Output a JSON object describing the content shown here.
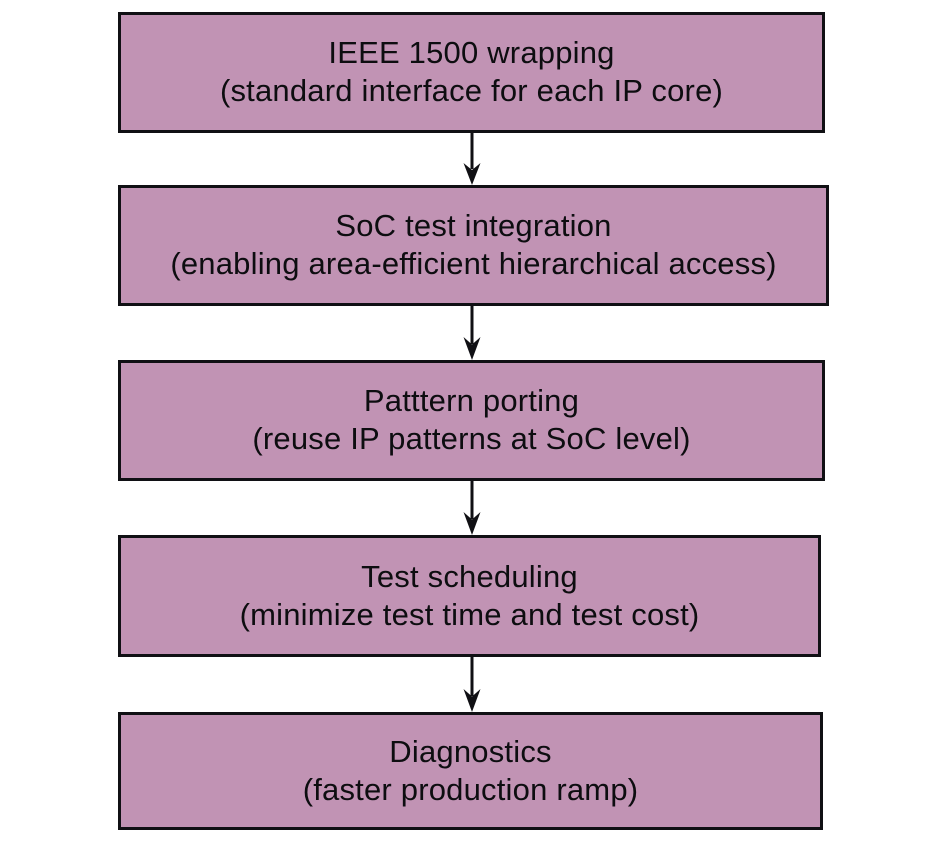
{
  "diagram": {
    "type": "flowchart",
    "orientation": "vertical-top-to-bottom",
    "node_fill_color": "#c193b4",
    "node_border_color": "#101014",
    "text_color": "#0d0d10",
    "background_color": "#ffffff",
    "connector_color": "#101014",
    "nodes": [
      {
        "title": "IEEE 1500 wrapping",
        "subtitle": "(standard interface for each IP core)"
      },
      {
        "title": "SoC test integration",
        "subtitle": "(enabling area-efficient hierarchical access)"
      },
      {
        "title": "Patttern porting",
        "subtitle": "(reuse IP patterns at SoC level)"
      },
      {
        "title": "Test scheduling",
        "subtitle": "(minimize test time and test cost)"
      },
      {
        "title": "Diagnostics",
        "subtitle": "(faster production ramp)"
      }
    ],
    "connectors": [
      {
        "from": "IEEE 1500 wrapping",
        "to": "SoC test integration",
        "style": "arrow-down"
      },
      {
        "from": "SoC test integration",
        "to": "Patttern porting",
        "style": "arrow-down"
      },
      {
        "from": "Patttern porting",
        "to": "Test scheduling",
        "style": "arrow-down"
      },
      {
        "from": "Test scheduling",
        "to": "Diagnostics",
        "style": "arrow-down"
      }
    ]
  }
}
